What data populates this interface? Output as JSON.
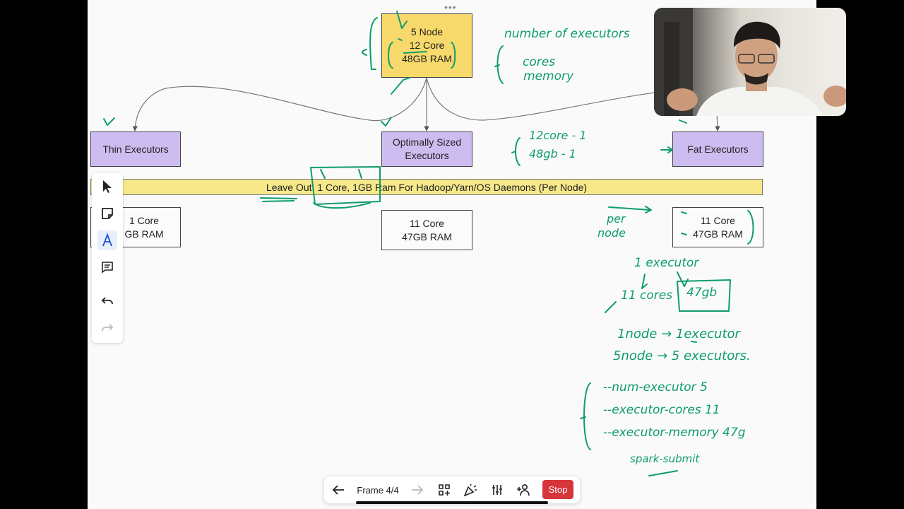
{
  "diagram": {
    "cluster_node": [
      "5 Node",
      "12 Core",
      "48GB RAM"
    ],
    "thin_executors": "Thin Executors",
    "optimal_executors": [
      "Optimally Sized",
      "Executors"
    ],
    "fat_executors": "Fat Executors",
    "banner": "Leave Out: 1 Core, 1GB Ram For Hadoop/Yarn/OS Daemons (Per Node)",
    "thin_result": [
      "1 Core",
      "GB RAM"
    ],
    "optimal_result": [
      "11 Core",
      "47GB RAM"
    ],
    "fat_result": [
      "11 Core",
      "47GB RAM"
    ]
  },
  "handwriting": {
    "config_list": [
      "number of executors",
      "cores",
      "memory"
    ],
    "minus_one": [
      "12core - 1",
      "48gb - 1"
    ],
    "per_node": [
      "per",
      "node"
    ],
    "executor_note": "1 executor",
    "cores_note": "11 cores",
    "gb_note": "47gb",
    "node_map": [
      "1node → 1executor",
      "5node → 5 executors."
    ],
    "flags": [
      "--num-executor 5",
      "--executor-cores 11",
      "--executor-memory 47g"
    ],
    "submit": "spark-submit"
  },
  "toolbar": {
    "tools": [
      "pointer-icon",
      "sticky-note-icon",
      "pen-icon",
      "comment-icon",
      "undo-icon",
      "redo-icon"
    ]
  },
  "bottombar": {
    "frame_label": "Frame 4/4",
    "stop_label": "Stop"
  },
  "colors": {
    "ink": "#0f9d6b",
    "yellow_node": "#f8d96b",
    "purple_node": "#cdbcf0",
    "stop": "#d6353a"
  }
}
